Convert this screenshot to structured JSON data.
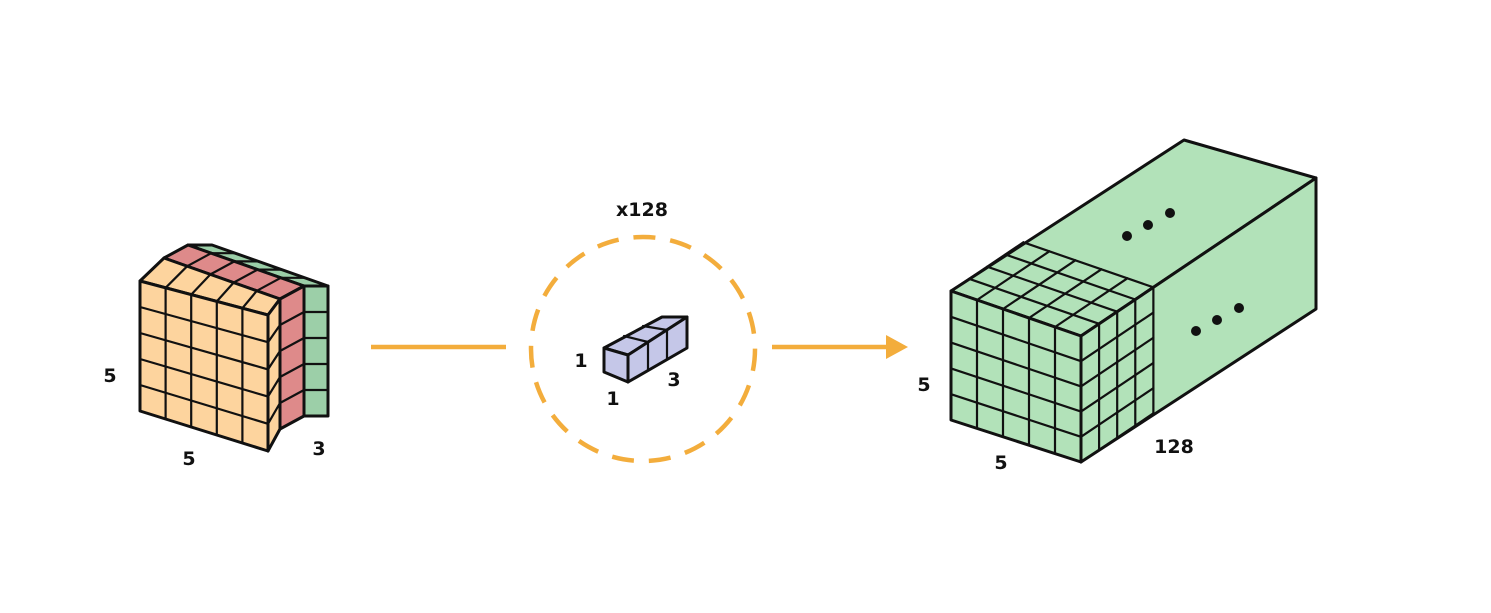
{
  "input": {
    "height_label": "5",
    "width_label": "5",
    "depth_label": "3"
  },
  "kernel": {
    "count_label": "x128",
    "height_label": "1",
    "width_label": "1",
    "depth_label": "3"
  },
  "output": {
    "height_label": "5",
    "width_label": "5",
    "depth_label": "128"
  },
  "colors": {
    "input_front": "#fdd49e",
    "input_slice2": "#de8a8a",
    "input_slice3": "#9ccfa8",
    "kernel": "#c5c7e8",
    "output": "#b2e2b9",
    "arrow": "#f3ad3c",
    "stroke": "#111111"
  }
}
